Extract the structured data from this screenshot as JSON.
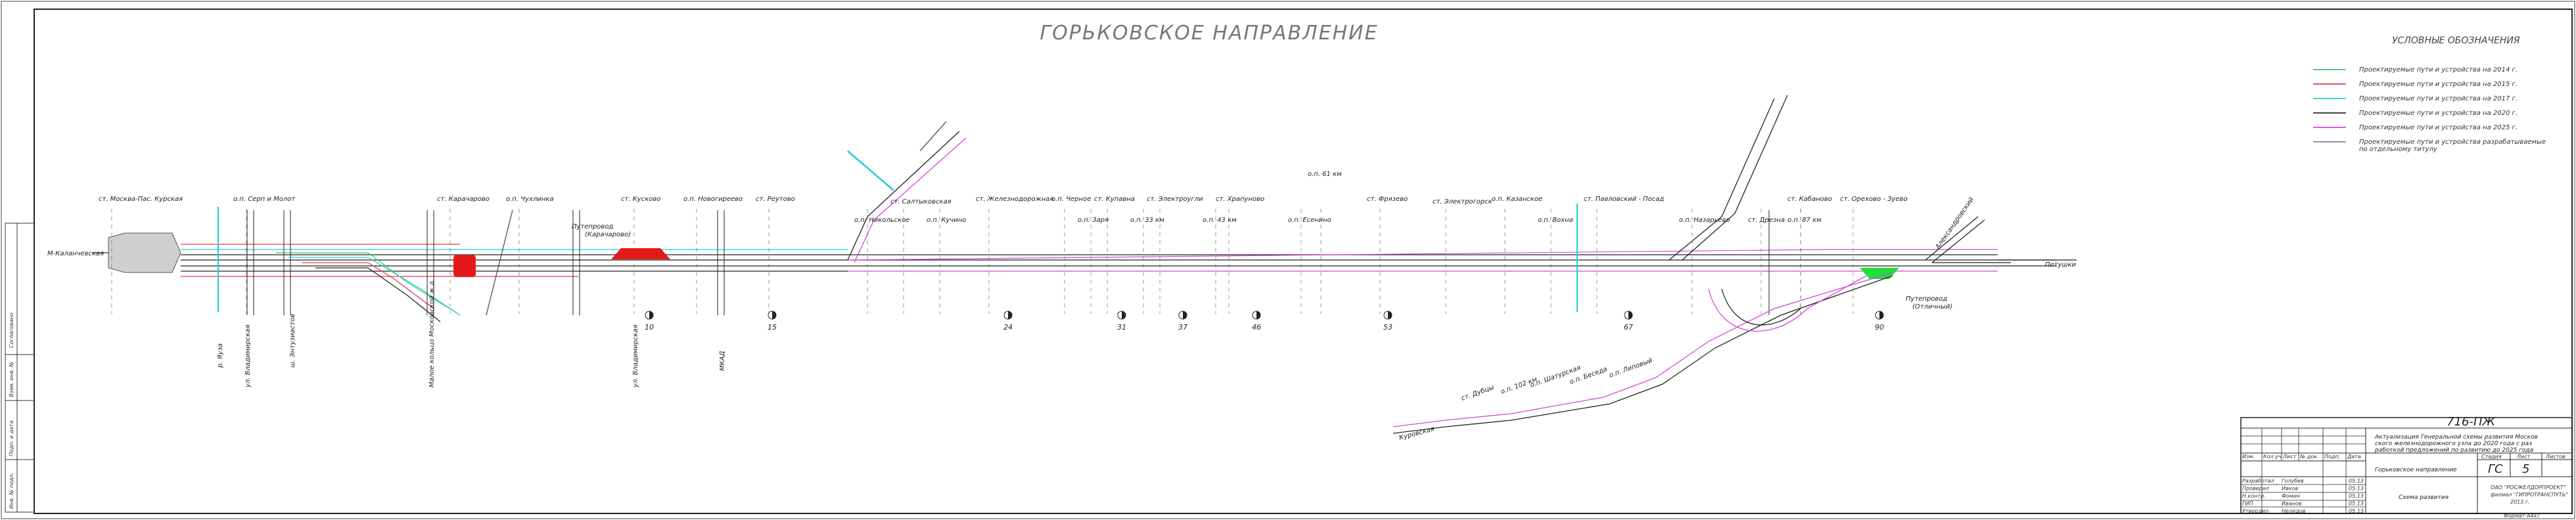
{
  "title": "ГОРЬКОВСКОЕ НАПРАВЛЕНИЕ",
  "legend": {
    "title": "УСЛОВНЫЕ ОБОЗНАЧЕНИЯ",
    "items": [
      {
        "label": "Проектируемые пути и устройства на 2014 г.",
        "color": "#3fc36a"
      },
      {
        "label": "Проектируемые пути и устройства на 2015 г.",
        "color": "#e23a4a"
      },
      {
        "label": "Проектируемые пути и устройства на 2017 г.",
        "color": "#1ecfd6"
      },
      {
        "label": "Проектируемые пути и устройства на 2020 г.",
        "color": "#2a2a2a"
      },
      {
        "label": "Проектируемые пути и устройства на 2025 г.",
        "color": "#d04ad6"
      },
      {
        "label": "Проектируемые пути и устройства разрабатываемые",
        "label2": "по отдельному титулу",
        "color": "#8080a0"
      }
    ]
  },
  "stations_top": [
    "ст. Москва-Пас. Курская",
    "о.п. Серп и Молот",
    "ст. Карачарово",
    "о.п. Чухлинка",
    "ст. Кусково",
    "о.п. Новогиреево",
    "ст. Реутово",
    "о.п. Никольское",
    "ст. Салтыковская",
    "о.п. Кучино",
    "ст. Железнодорожная",
    "о.п. Черное",
    "ст. Купавна",
    "ст. Электроугли",
    "ст. Храпуново",
    "ст. Фрязево",
    "о.п. Казанское",
    "ст. Павловский - Посад",
    "о.п. Назарьево",
    "ст. Дрезна",
    "ст. Кабаново",
    "ст. Орехово - Зуево",
    "о.п. Заря",
    "о.п. 33 км",
    "о.п. 43 км",
    "о.п. Есенино",
    "о.п. Вохна",
    "о.п. 87 км",
    "о.п. 61 км",
    "ст. Электрогорск"
  ],
  "labels_misc": {
    "left_terminal": "М-Каланчевская",
    "right_end": "Петушки",
    "kurovskaya": "Куровская",
    "viaduct1": "Путепровод",
    "viaduct1_sub": "(Карачарово)",
    "viaduct2": "Путепровод",
    "viaduct2_sub": "(Отличный)",
    "alexandrovsky": "Александровский",
    "bottom_streets": [
      "р. Яуза",
      "ш. Энтузиастов",
      "ул. Владимирская",
      "Малое кольцо Московской ж.д.",
      "МКАД",
      "ул. Владимирская"
    ]
  },
  "km_marks": [
    {
      "km": "10"
    },
    {
      "km": "15"
    },
    {
      "km": "24"
    },
    {
      "km": "31"
    },
    {
      "km": "37"
    },
    {
      "km": "46"
    },
    {
      "km": "53"
    },
    {
      "km": "67"
    },
    {
      "km": "90"
    }
  ],
  "branch_kurovskaya": [
    "ст. Дубцы",
    "о.п. 102 км",
    "о.п. Шатурская",
    "о.п. Беседа",
    "о.п. Липовый"
  ],
  "stamp": {
    "code": "716-ПЖ",
    "desc": "Актуализация Генеральной схемы развития Московского железнодорожного узла до 2020 года с разработкой предложений по развитию до 2025 года",
    "sheet_name": "Горьковское направление",
    "doc_title": "Схема развития",
    "stage": "ГС",
    "sheet": "5",
    "stage_h": "Стадия",
    "sheet_h": "Лист",
    "sheets_h": "Листов",
    "org1": "ОАО \"РОСЖЕЛДОРПРОЕКТ\"",
    "org2": "филиал \"ГИПРОТРАНСПУТЬ\"",
    "year": "2013 г.",
    "format": "Формат А4х7",
    "roles": [
      "Разработал",
      "Проверил",
      "Н.контр.",
      "ГИП",
      "Утвердил"
    ],
    "names": [
      "Голубев",
      "Ивков",
      "Фомин",
      "Иванов",
      "Нелидов"
    ],
    "dates": [
      "05.13",
      "05.13",
      "05.13",
      "05.13",
      "05.13"
    ],
    "cols": [
      "Изм.",
      "Кол.уч",
      "Лист",
      "№ док.",
      "Подп.",
      "Дата"
    ]
  },
  "side_strip": [
    "Согласовано",
    "Взам. инв. №",
    "Подп. и дата",
    "Инв. № подл."
  ]
}
